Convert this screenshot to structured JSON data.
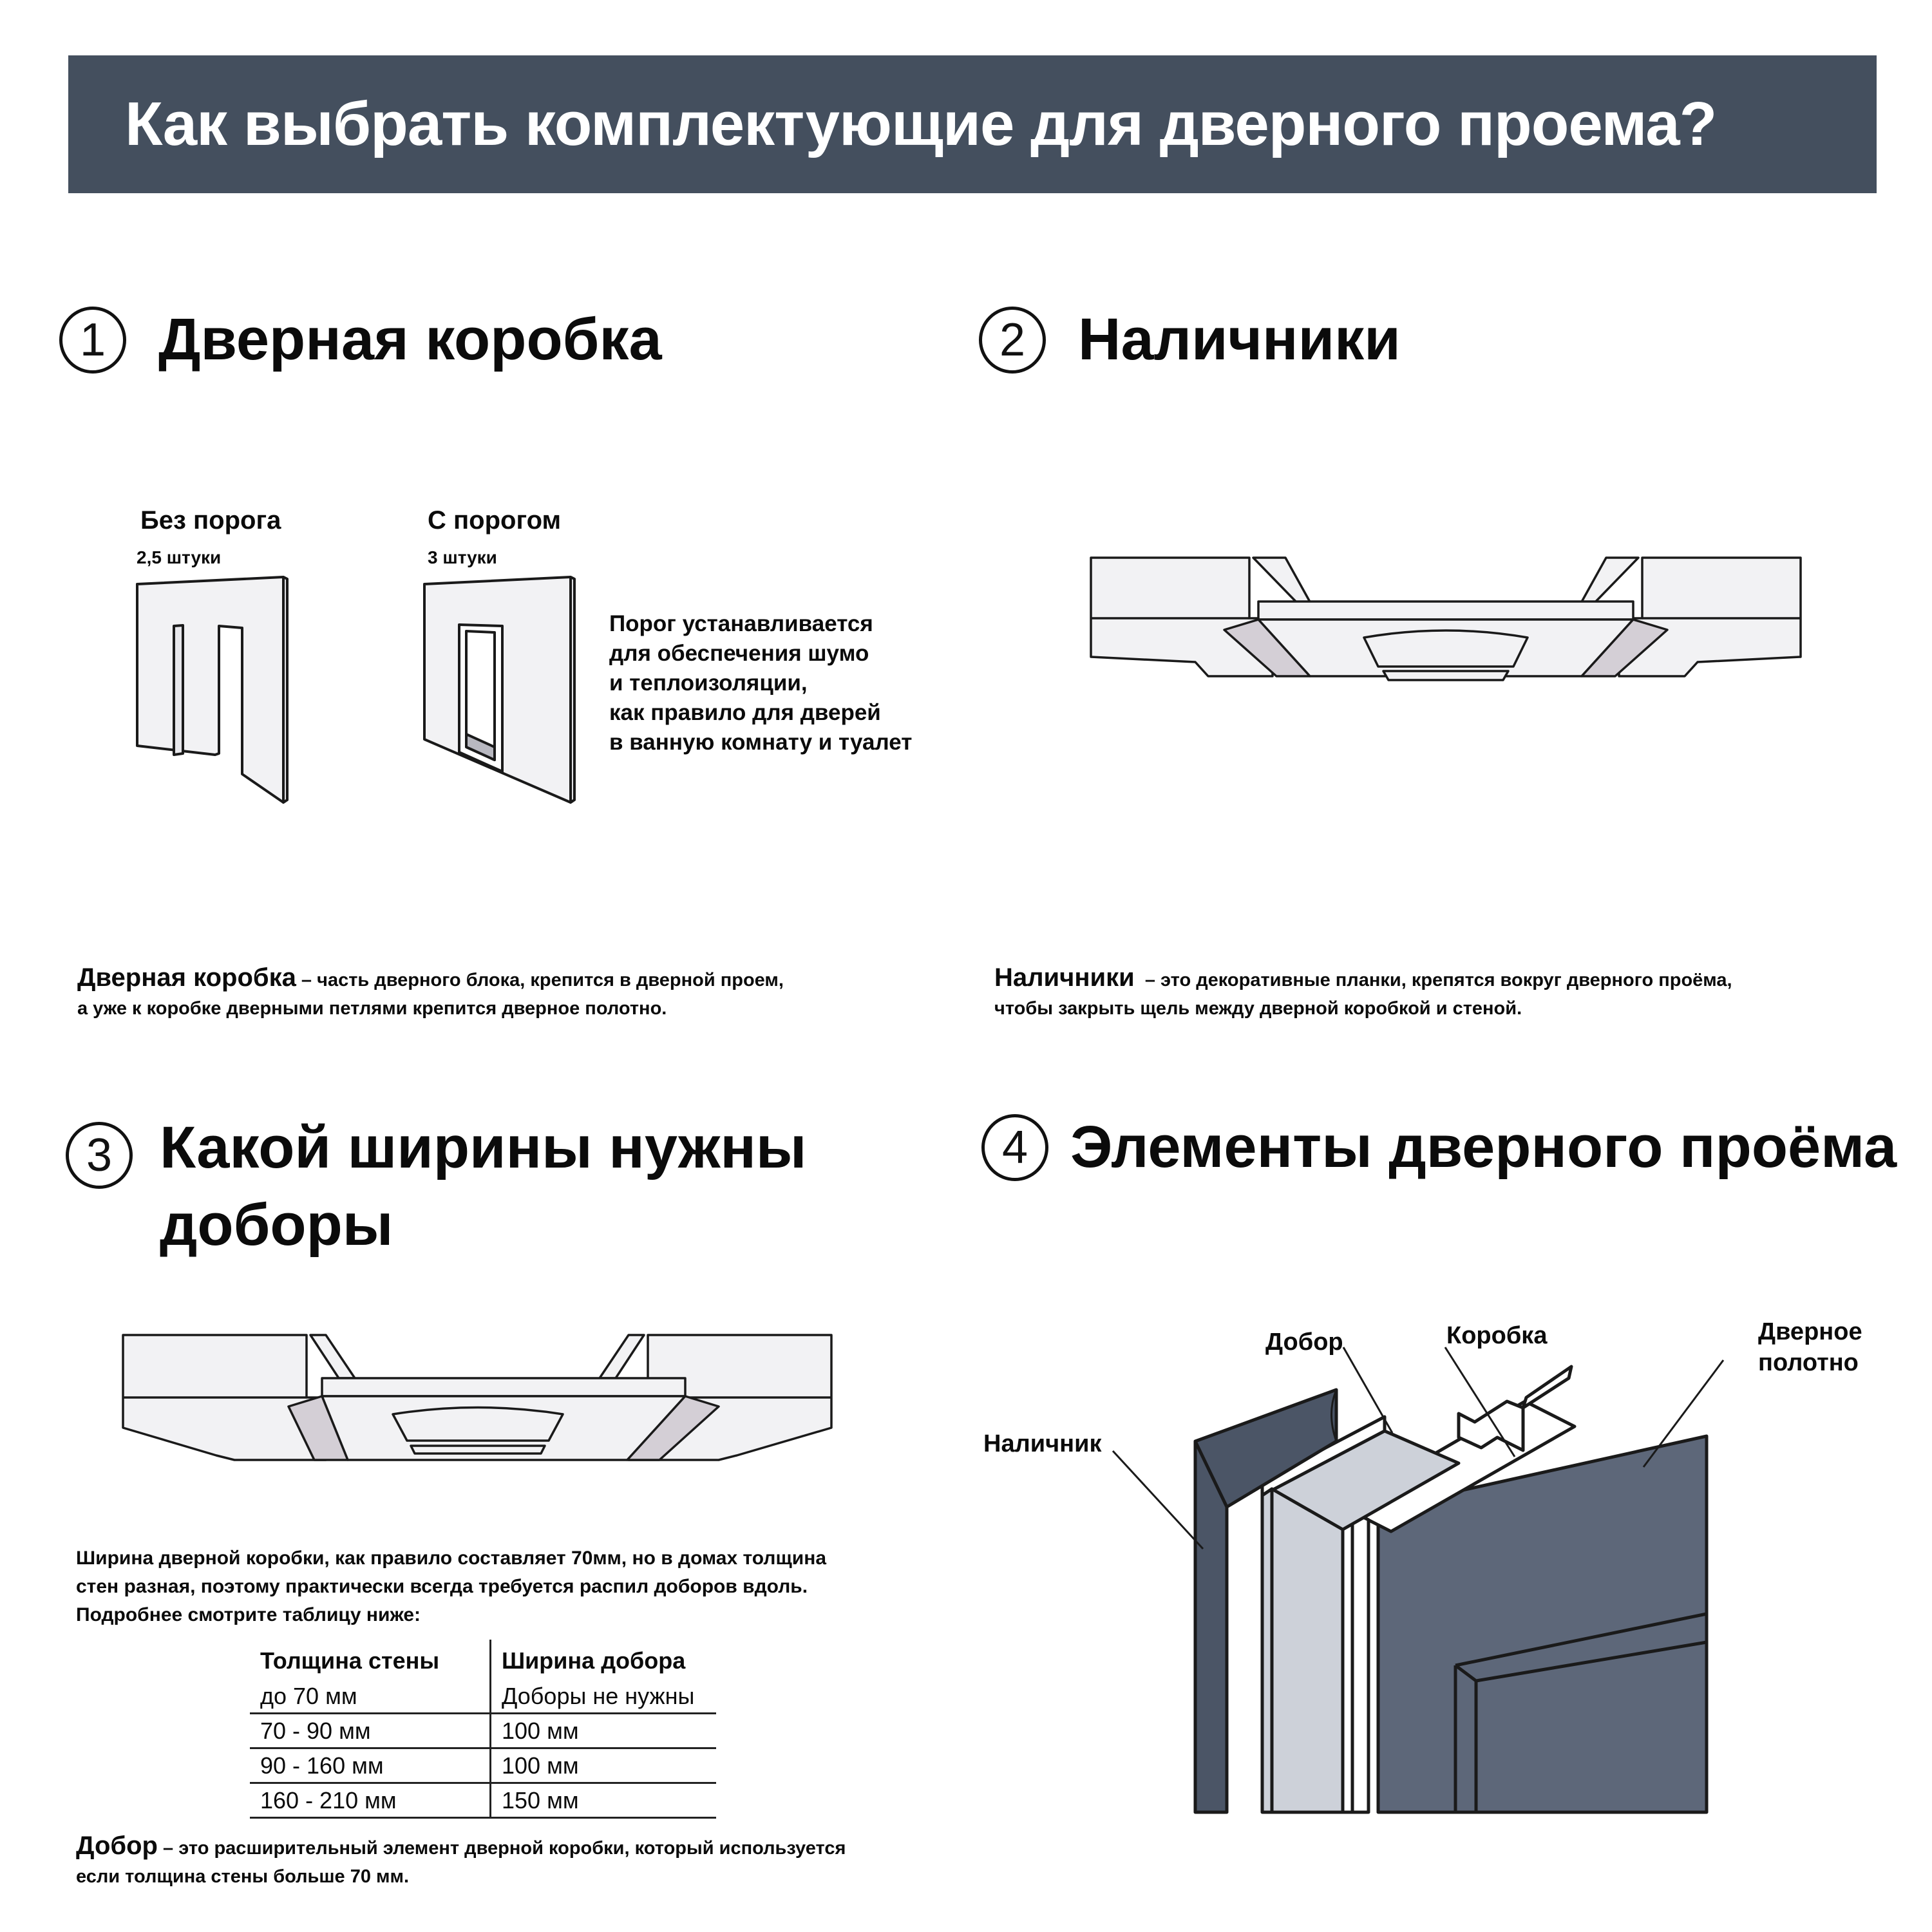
{
  "header": {
    "title": "Как выбрать комплектующие для дверного проема?",
    "bg_color": "#444f5e"
  },
  "sections": [
    {
      "number": "1",
      "title": "Дверная коробка",
      "variants": [
        {
          "label": "Без порога",
          "count": "2,5 штуки"
        },
        {
          "label": "С порогом",
          "count": "3 штуки"
        }
      ],
      "threshold_note": [
        "Порог устанавливается",
        "для обеспечения шумо",
        "и теплоизоляции,",
        "как правило для дверей",
        "в ванную комнату и туалет"
      ],
      "description": {
        "term": "Дверная коробка",
        "line1": " – часть дверного блока, крепится в дверной проем,",
        "line2": "а уже к коробке дверными петлями крепится дверное полотно."
      }
    },
    {
      "number": "2",
      "title": "Наличники",
      "description": {
        "term": "Наличники",
        "line1": "  – это декоративные планки, крепятся вокруг дверного проёма,",
        "line2": "чтобы закрыть щель между дверной коробкой и стеной."
      }
    },
    {
      "number": "3",
      "title_line1": "Какой ширины нужны",
      "title_line2": "доборы",
      "intro": [
        "Ширина дверной коробки, как правило составляет 70мм, но в домах толщина",
        "стен разная, поэтому практически всегда требуется распил доборов вдоль.",
        "Подробнее смотрите таблицу ниже:"
      ],
      "table": {
        "headers": [
          "Толщина стены",
          "Ширина добора"
        ],
        "rows": [
          [
            "до 70 мм",
            "Доборы не нужны"
          ],
          [
            "70 - 90 мм",
            "100 мм"
          ],
          [
            "90 - 160 мм",
            "100 мм"
          ],
          [
            "160 - 210 мм",
            "150 мм"
          ]
        ]
      },
      "description": {
        "term": "Добор",
        "line1": " – это расширительный элемент дверной коробки, который используется",
        "line2": "если толщина стены больше 70 мм."
      }
    },
    {
      "number": "4",
      "title": "Элементы дверного проёма",
      "callouts": {
        "nalichnik": "Наличник",
        "dobor": "Добор",
        "korobka": "Коробка",
        "polotno_line1": "Дверное",
        "polotno_line2": "полотно"
      },
      "colors": {
        "trim": "#4b5566",
        "door": "#5d6779",
        "extension": "#cdd1d9"
      }
    }
  ]
}
